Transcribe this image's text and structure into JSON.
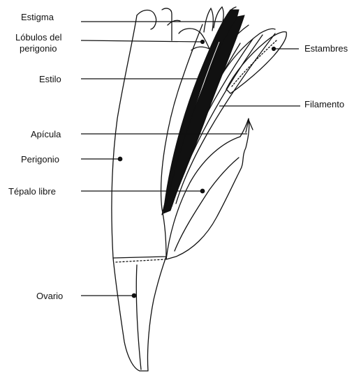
{
  "labels": {
    "estigma": "Estigma",
    "lobulos_line1": "Lóbulos del",
    "lobulos_line2": "perigonio",
    "estilo": "Estilo",
    "estambres": "Estambres",
    "filamento": "Filamento",
    "apicula": "Apícula",
    "perigonio": "Perigonio",
    "tepalo_libre": "Tépalo libre",
    "ovario": "Ovario"
  },
  "colors": {
    "ink": "#111111",
    "paper": "#ffffff"
  }
}
